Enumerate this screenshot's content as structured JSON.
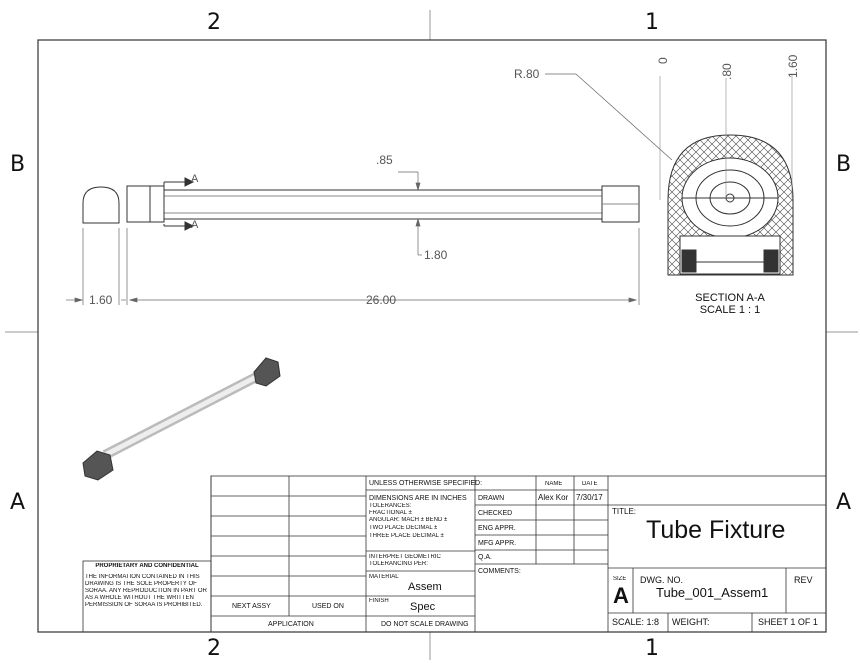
{
  "zones": {
    "top_left": "2",
    "top_right": "1",
    "bottom_left": "2",
    "bottom_right": "1",
    "left_upper": "B",
    "right_upper": "B",
    "left_lower": "A",
    "right_lower": "A"
  },
  "dimensions": {
    "radius": "R.80",
    "d_085": ".85",
    "d_180": "1.80",
    "d_160": "1.60",
    "d_2600": "26.00",
    "sec_0": "0",
    "sec_80": ".80",
    "sec_160": "1.60",
    "arrow_a1": "A",
    "arrow_a2": "A"
  },
  "section": {
    "label": "SECTION A-A",
    "scale": "SCALE 1 : 1"
  },
  "title_block": {
    "unless": "UNLESS OTHERWISE SPECIFIED:",
    "dims": "DIMENSIONS ARE IN INCHES",
    "tol": "TOLERANCES:",
    "frac": "FRACTIONAL ±",
    "ang": "ANGULAR: MACH ±    BEND ±",
    "two": "TWO PLACE DECIMAL   ±",
    "three": "THREE PLACE DECIMAL  ±",
    "interp1": "INTERPRET GEOMETRIC",
    "interp2": "TOLERANCING PER:",
    "material_label": "MATERIAL",
    "material": "Assem",
    "finish_label": "FINISH",
    "finish": "Spec",
    "no_scale": "DO NOT SCALE DRAWING",
    "next_assy": "NEXT ASSY",
    "used_on": "USED ON",
    "application": "APPLICATION",
    "name_hdr": "NAME",
    "date_hdr": "DATE",
    "drawn": "DRAWN",
    "drawn_name": "Alex Kor",
    "drawn_date": "7/30/17",
    "checked": "CHECKED",
    "eng": "ENG APPR.",
    "mfg": "MFG APPR.",
    "qa": "Q.A.",
    "comments": "COMMENTS:",
    "title_label": "TITLE:",
    "title": "Tube Fixture",
    "size_label": "SIZE",
    "size": "A",
    "dwg_label": "DWG.  NO.",
    "dwg_no": "Tube_001_Assem1",
    "rev": "REV",
    "scale": "SCALE: 1:8",
    "weight": "WEIGHT:",
    "sheet": "SHEET 1 OF 1"
  },
  "proprietary": {
    "heading": "PROPRIETARY AND CONFIDENTIAL",
    "l1": "THE INFORMATION CONTAINED IN THIS",
    "l2": "DRAWING IS THE SOLE PROPERTY OF",
    "l3": "SORAA.  ANY REPRODUCTION IN PART OR",
    "l4": "AS A WHOLE WITHOUT THE WRITTEN",
    "l5": "PERMISSION OF SORAA IS PROHIBITED."
  },
  "colors": {
    "line": "#333333",
    "dim": "#666666"
  }
}
